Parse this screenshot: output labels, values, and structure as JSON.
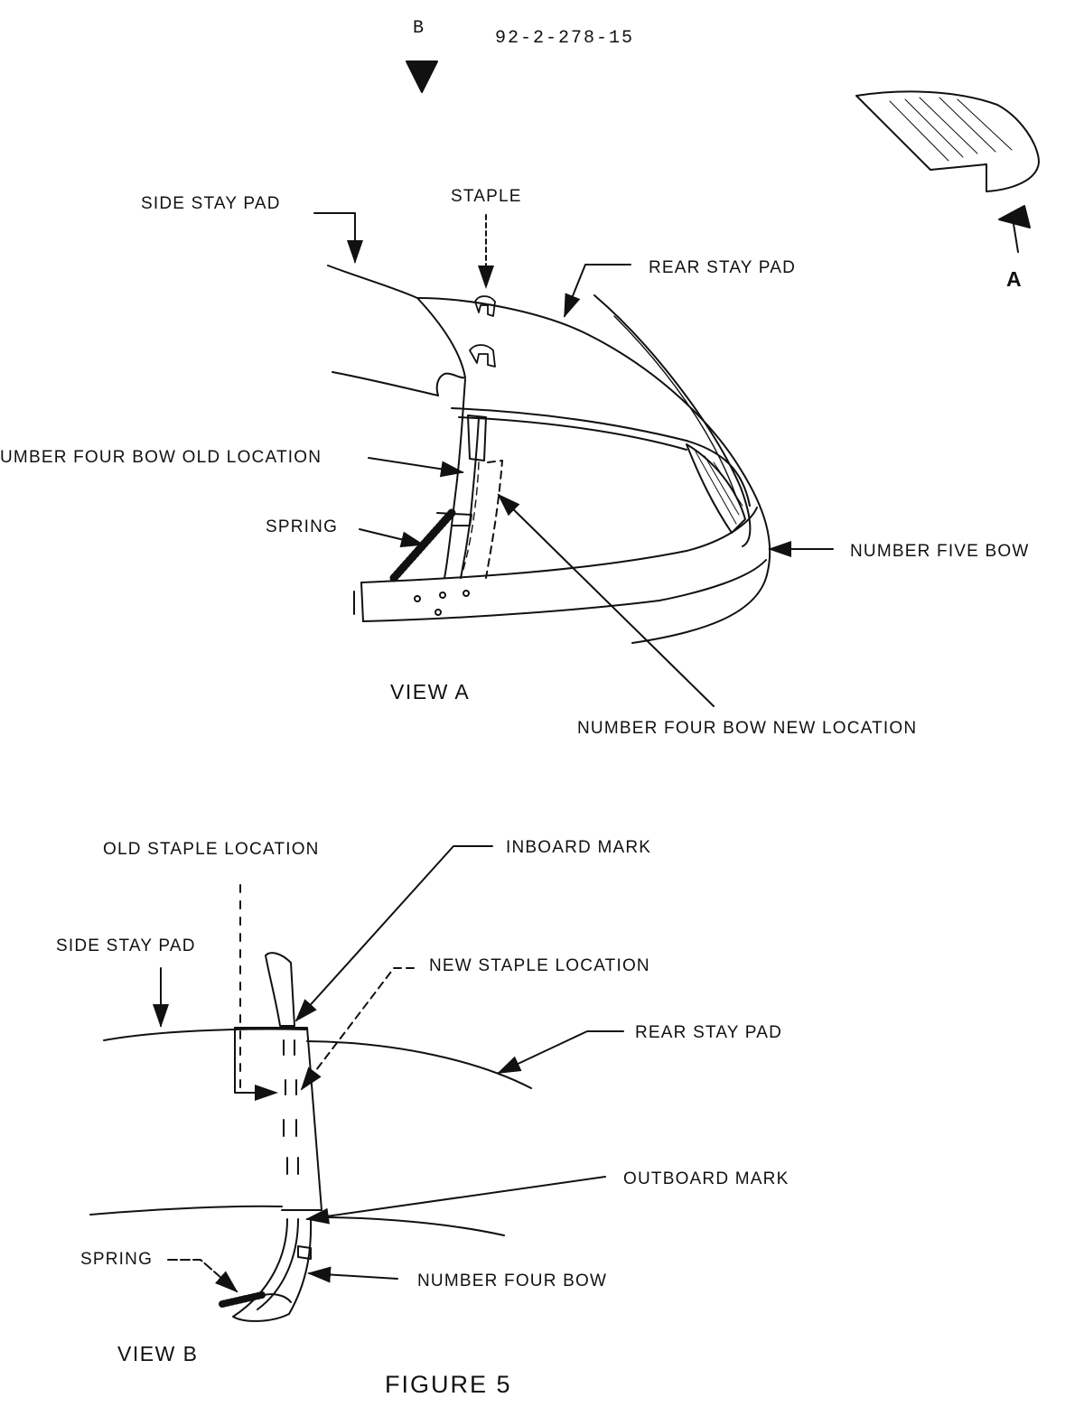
{
  "header": {
    "doc_number": "92-2-278-15",
    "view_b_marker": "B",
    "view_a_marker": "A"
  },
  "view_a": {
    "caption": "VIEW A",
    "labels": {
      "side_stay_pad": "SIDE STAY PAD",
      "staple": "STAPLE",
      "rear_stay_pad": "REAR STAY PAD",
      "number_four_bow_old_location": "UMBER FOUR BOW OLD LOCATION",
      "spring": "SPRING",
      "number_five_bow": "NUMBER FIVE BOW",
      "number_four_bow_new_location": "NUMBER FOUR BOW NEW LOCATION"
    }
  },
  "view_b": {
    "caption": "VIEW B",
    "labels": {
      "old_staple_location": "OLD STAPLE LOCATION",
      "inboard_mark": "INBOARD MARK",
      "side_stay_pad": "SIDE STAY PAD",
      "new_staple_location": "NEW STAPLE LOCATION",
      "rear_stay_pad": "REAR STAY PAD",
      "outboard_mark": "OUTBOARD MARK",
      "spring": "SPRING",
      "number_four_bow": "NUMBER FOUR BOW"
    }
  },
  "figure_caption": "FIGURE 5"
}
